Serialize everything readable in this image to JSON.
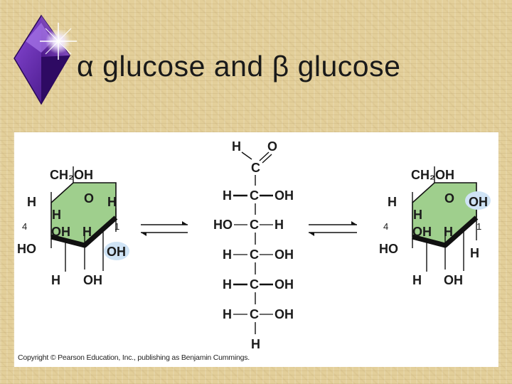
{
  "slide": {
    "title": "α glucose and β glucose"
  },
  "diagram": {
    "alpha": {
      "ch2oh": "CH₂OH",
      "ring_o": "O",
      "h_c4_top": "H",
      "c4_num": "4",
      "h_c3": "H",
      "oh_c3": "OH",
      "h_c2": "H",
      "ho_c4": "HO",
      "h_c1_top": "H",
      "c1_num": "1",
      "oh_c1": "OH",
      "h_bottom": "H",
      "oh_bottom": "OH"
    },
    "open_chain": {
      "top_h": "H",
      "top_o": "O",
      "c1": "C",
      "c2_h": "H",
      "c2_c": "C",
      "c2_oh": "OH",
      "c3_ho": "HO",
      "c3_c": "C",
      "c3_h": "H",
      "c4_h": "H",
      "c4_c": "C",
      "c4_oh": "OH",
      "c5_h": "H",
      "c5_c": "C",
      "c5_oh": "OH",
      "c6_h": "H",
      "c6_c": "C",
      "c6_oh": "OH",
      "bottom_h": "H"
    },
    "beta": {
      "ch2oh": "CH₂OH",
      "ring_o": "O",
      "h_c4_top": "H",
      "c4_num": "4",
      "h_c3": "H",
      "oh_c3": "OH",
      "h_c2": "H",
      "ho_c4": "HO",
      "oh_c1_top": "OH",
      "c1_num": "1",
      "h_c1_bottom": "H",
      "h_bottom": "H",
      "oh_bottom": "OH"
    },
    "copyright": "Copyright © Pearson Education, Inc., publishing as Benjamin Cummings."
  },
  "colors": {
    "background": "#e3cf9a",
    "ring_fill": "#9fcf8d",
    "highlight": "#cfe3f5",
    "gem": "#5a1f9c"
  },
  "icons": {
    "gem": "purple-diamond-gem-icon"
  }
}
